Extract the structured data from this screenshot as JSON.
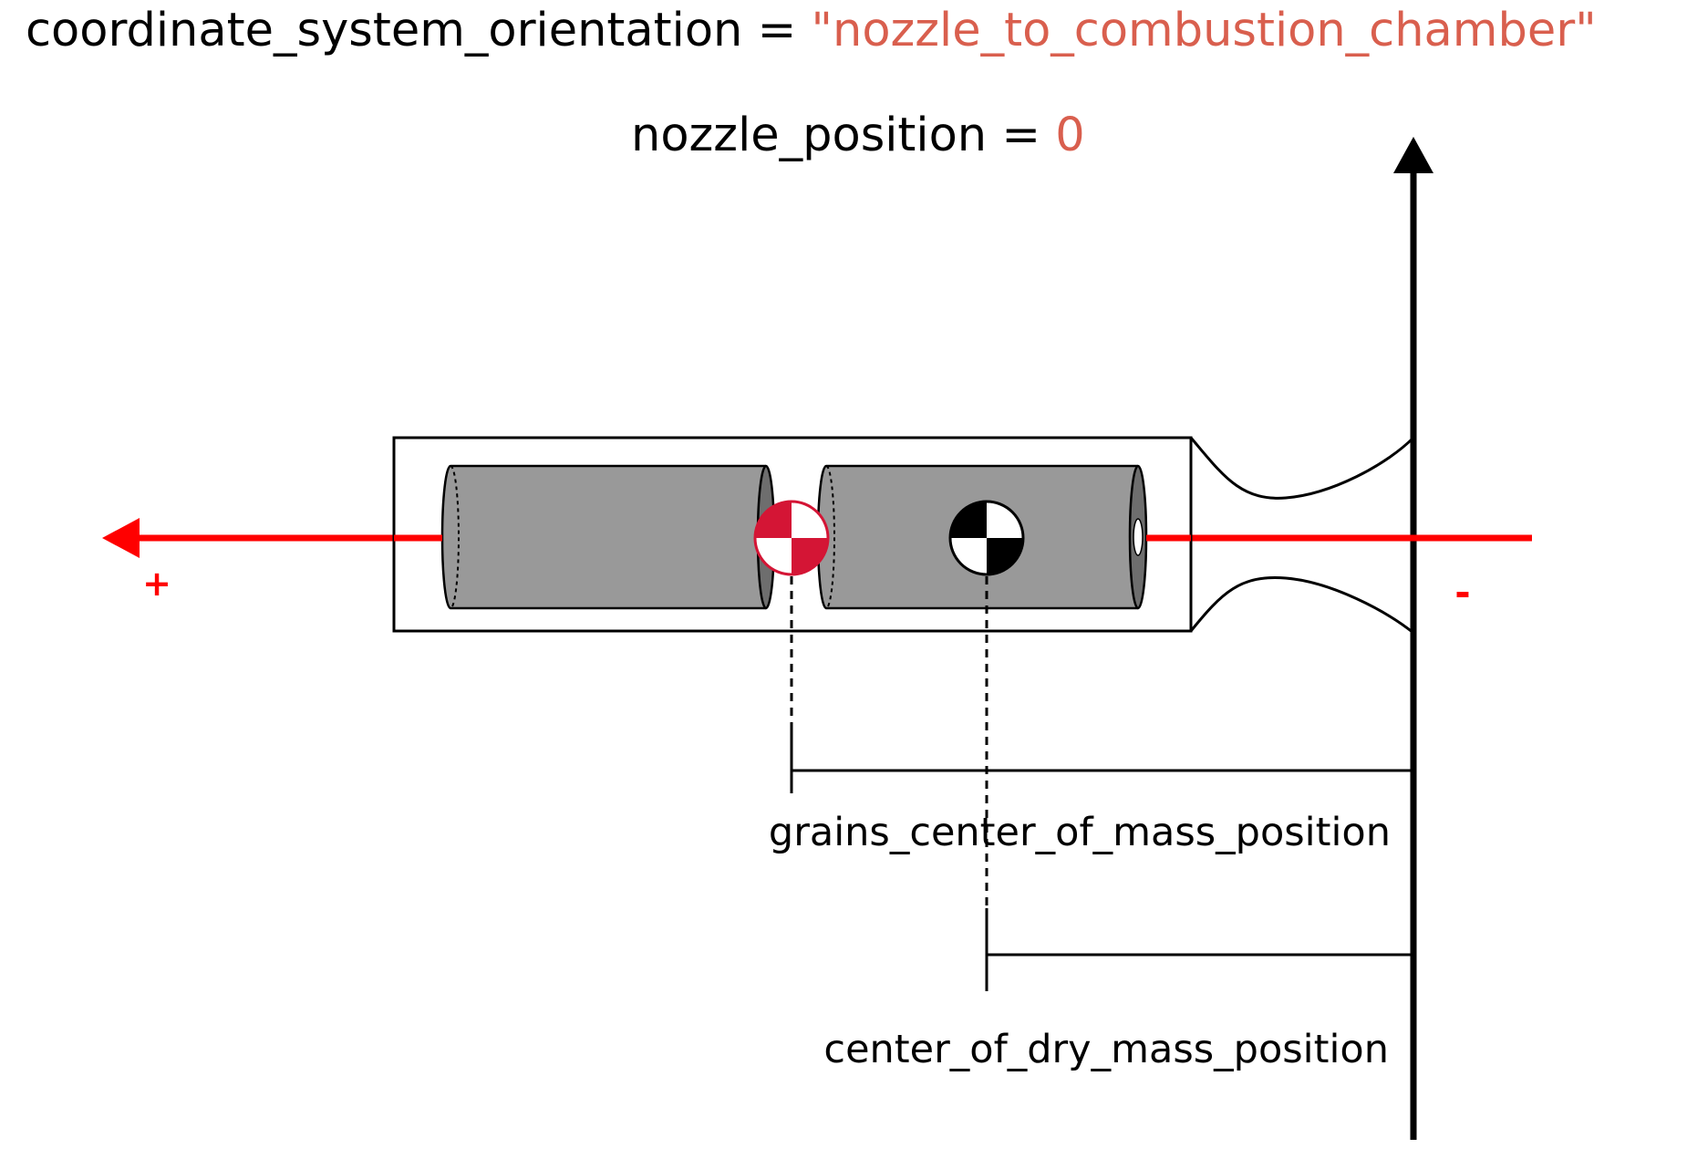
{
  "header": {
    "orientation_key": "coordinate_system_orientation",
    "equals": " = ",
    "orientation_value": "\"nozzle_to_combustion_chamber\""
  },
  "nozzle": {
    "key": "nozzle_position",
    "equals": " = ",
    "value": "0"
  },
  "axis": {
    "plus_label": "+",
    "minus_label": "-"
  },
  "dimensions": {
    "grains_cm_label": "grains_center_of_mass_position",
    "dry_cm_label": "center_of_dry_mass_position"
  },
  "colors": {
    "accent_text": "#d95f4e",
    "axis_red": "#ff0000",
    "grains_cm_marker": "#d41535",
    "dry_cm_marker": "#000000",
    "grain_fill": "#999999",
    "grain_end_fill": "#6e6e6e"
  },
  "icons": {
    "grains_cm_marker": "center-of-mass-icon",
    "dry_cm_marker": "center-of-mass-icon",
    "axis_arrow": "arrow-left-icon",
    "vertical_arrow": "arrow-up-icon"
  }
}
